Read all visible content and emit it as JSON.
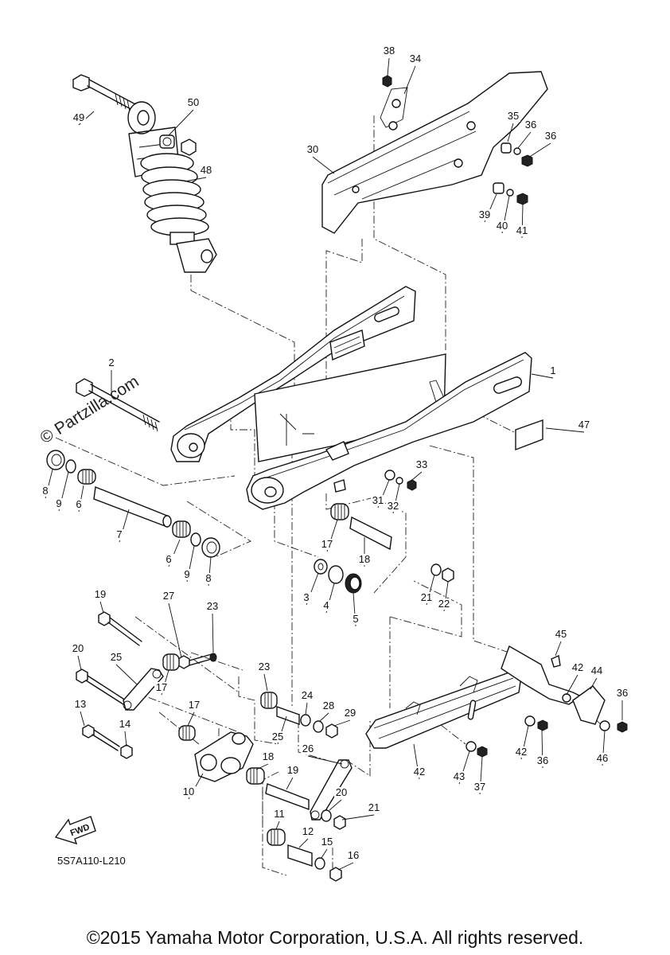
{
  "diagram": {
    "watermark": "© Partzilla.com",
    "drawing_code": "5S7A110-L210",
    "fwd_label": "FWD",
    "copyright": "©2015 Yamaha Motor Corporation, U.S.A. All rights reserved.",
    "callouts": [
      "1",
      "2",
      "3",
      "4",
      "5",
      "6",
      "6",
      "7",
      "8",
      "8",
      "9",
      "9",
      "10",
      "11",
      "12",
      "13",
      "14",
      "15",
      "16",
      "17",
      "17",
      "17",
      "18",
      "18",
      "19",
      "19",
      "20",
      "20",
      "21",
      "21",
      "22",
      "23",
      "23",
      "24",
      "25",
      "25",
      "26",
      "27",
      "28",
      "29",
      "30",
      "31",
      "32",
      "33",
      "34",
      "35",
      "36",
      "36",
      "36",
      "36",
      "37",
      "38",
      "39",
      "40",
      "41",
      "42",
      "42",
      "42",
      "43",
      "44",
      "45",
      "46",
      "47",
      "48",
      "49",
      "50"
    ]
  }
}
